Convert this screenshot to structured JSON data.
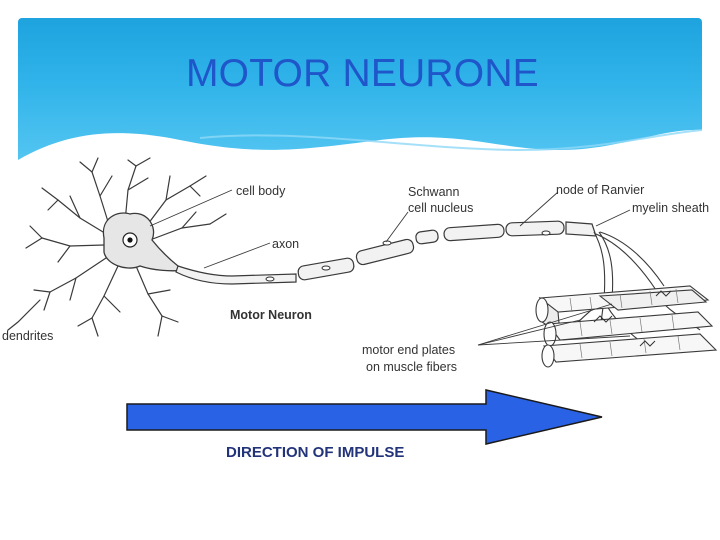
{
  "slide": {
    "title": "MOTOR NEURONE",
    "arrow_caption": "DIRECTION OF IMPULSE"
  },
  "diagram": {
    "labels": {
      "cell_body": "cell body",
      "axon": "axon",
      "schwann_1": "Schwann",
      "schwann_2": "cell nucleus",
      "node": "node of Ranvier",
      "myelin": "myelin sheath",
      "dendrites": "dendrites",
      "motor_neuron": "Motor Neuron",
      "end_plates_1": "motor end plates",
      "end_plates_2": "on muscle fibers"
    }
  },
  "colors": {
    "header_top": "#1ea3df",
    "header_bottom": "#57c7f2",
    "title": "#1f56c9",
    "arrow_fill": "#2a62e6",
    "caption": "#22337a"
  }
}
